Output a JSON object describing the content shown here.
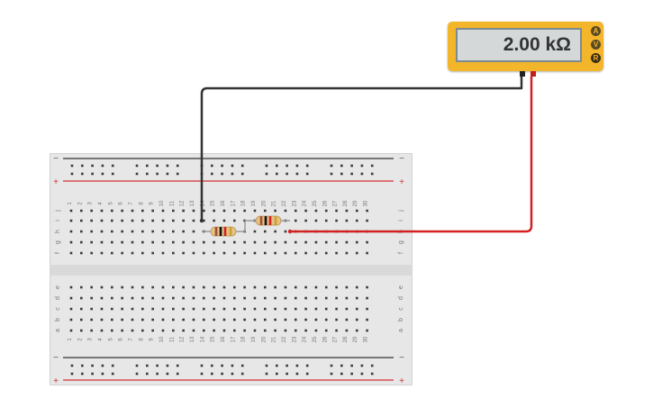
{
  "multimeter": {
    "reading": "2.00 kΩ",
    "modes": [
      {
        "label": "A",
        "name": "ammeter-mode"
      },
      {
        "label": "V",
        "name": "voltmeter-mode"
      },
      {
        "label": "R",
        "name": "ohmmeter-mode"
      }
    ],
    "active_mode": "R",
    "body_color": "#f3b52a"
  },
  "breadboard": {
    "columns": [
      "1",
      "2",
      "3",
      "4",
      "5",
      "6",
      "7",
      "8",
      "9",
      "10",
      "11",
      "12",
      "13",
      "14",
      "15",
      "16",
      "17",
      "18",
      "19",
      "20",
      "21",
      "22",
      "23",
      "24",
      "25",
      "26",
      "27",
      "28",
      "29",
      "30"
    ],
    "top_rows": [
      "j",
      "i",
      "h",
      "g",
      "f"
    ],
    "bottom_rows": [
      "e",
      "d",
      "c",
      "b",
      "a"
    ],
    "rail_minus": "−",
    "rail_plus": "+",
    "rail_plus_color": "#d63031",
    "rail_minus_color": "#333333"
  },
  "wires": {
    "black_color": "#333333",
    "red_color": "#d32020"
  },
  "resistors": [
    {
      "name": "resistor-1"
    },
    {
      "name": "resistor-2"
    }
  ]
}
